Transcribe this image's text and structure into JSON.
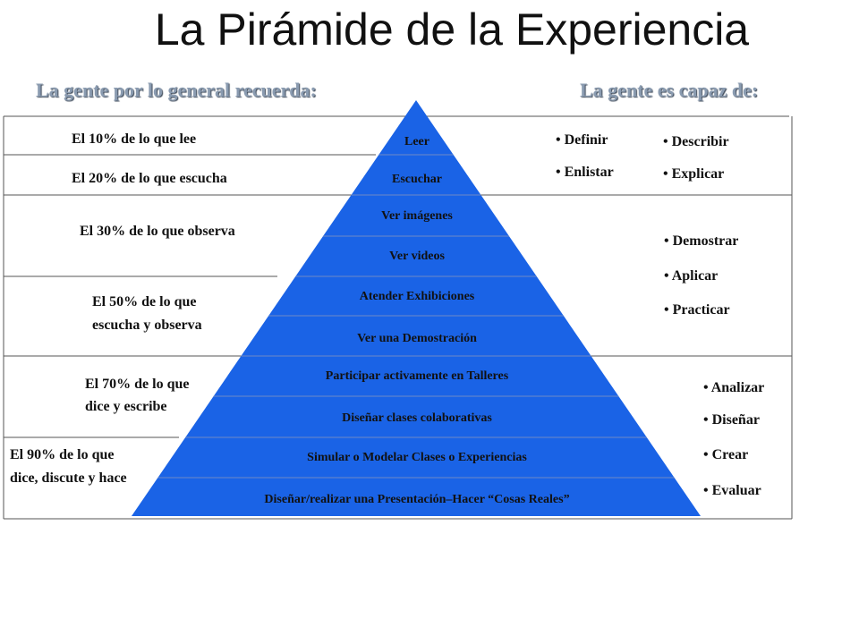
{
  "title": "La Pirámide de la Experiencia",
  "left_heading": "La gente por lo general recuerda:",
  "right_heading": "La gente es capaz de:",
  "pyramid_color": "#1a63e6",
  "pyramid_layers": [
    "Leer",
    "Escuchar",
    "Ver imágenes",
    "Ver videos",
    "Atender Exhibiciones",
    "Ver una Demostración",
    "Participar activamente en Talleres",
    "Diseñar clases colaborativas",
    "Simular o Modelar Clases o Experiencias",
    "Diseñar/realizar una Presentación–Hacer “Cosas Reales”"
  ],
  "remember_levels": [
    {
      "lines": [
        "El 10% de lo que lee"
      ]
    },
    {
      "lines": [
        "El 20% de lo que escucha"
      ]
    },
    {
      "lines": [
        "El 30% de lo que observa"
      ]
    },
    {
      "lines": [
        "El 50% de lo que",
        "escucha y observa"
      ]
    },
    {
      "lines": [
        "El 70% de lo que",
        "dice y escribe"
      ]
    },
    {
      "lines": [
        "El 90% de lo que",
        "dice, discute y hace"
      ]
    }
  ],
  "abilities": [
    {
      "items": [
        "Definir",
        "Enlistar"
      ]
    },
    {
      "items": [
        "Describir",
        "Explicar"
      ]
    },
    {
      "items": [
        "Demostrar",
        "Aplicar",
        "Practicar"
      ]
    },
    {
      "items": [
        "Analizar",
        "Diseñar",
        "Crear",
        "Evaluar"
      ]
    }
  ]
}
